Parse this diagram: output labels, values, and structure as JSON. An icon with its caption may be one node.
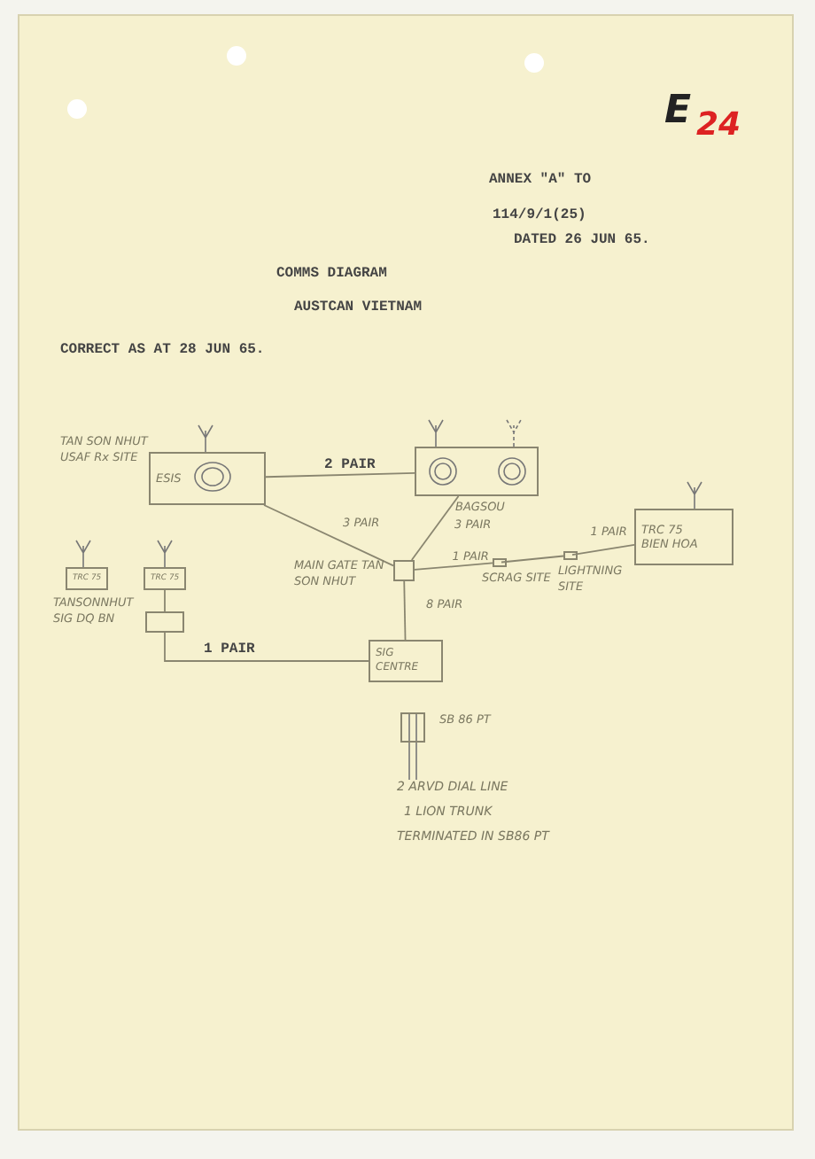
{
  "diagram": {
    "title": "COMMS DIAGRAM",
    "nodes": [
      {
        "text": [
          "ESIS"
        ],
        "beside": [
          "TAN SON NHUT USAF Rx SITE"
        ]
      },
      {
        "text": [],
        "shape": "box",
        "beside": [
          "BAGSOU"
        ]
      },
      {
        "text": [],
        "shape": "box",
        "beside": [
          "MAIN GATE TAN SON NHUT"
        ]
      },
      {
        "text": [
          "SIG CENTRE"
        ]
      },
      {
        "text": [
          "TRC 75",
          "BIEN HOA"
        ]
      },
      {
        "text": [
          "TRC 75"
        ],
        "beside": [
          "TANSONNHUT SIG DQ BN"
        ]
      },
      {
        "text": [
          "TRC 75"
        ]
      },
      {
        "text": [],
        "shape": "box"
      },
      {
        "text": [],
        "shape": "box",
        "beside": [
          "SB 86 PT"
        ]
      },
      {
        "text": [],
        "shape": "box",
        "beside": [
          "SCRAG SITE"
        ]
      },
      {
        "text": [],
        "shape": "box",
        "beside": [
          "LIGHTNING SITE"
        ]
      }
    ],
    "edges": [
      {
        "from": 0,
        "to": 1,
        "arrow": "none",
        "label": "2 PAIR"
      },
      {
        "from": 0,
        "to": 2,
        "arrow": "none",
        "label": "3 PAIR"
      },
      {
        "from": 1,
        "to": 2,
        "arrow": "none",
        "label": "3 PAIR"
      },
      {
        "from": 2,
        "to": 9,
        "arrow": "none",
        "label": "1 PAIR"
      },
      {
        "from": 9,
        "to": 10,
        "arrow": "none"
      },
      {
        "from": 10,
        "to": 4,
        "arrow": "none",
        "label": "1 PAIR"
      },
      {
        "from": 2,
        "to": 3,
        "arrow": "none",
        "label": "8 PAIR"
      },
      {
        "from": 6,
        "to": 7,
        "arrow": "none"
      },
      {
        "from": 7,
        "to": 3,
        "arrow": "none",
        "label": "1 PAIR"
      }
    ],
    "labels": [
      "E",
      "24",
      "ANNEX \"A\" TO",
      "114/9/1(25)",
      "DATED 26 JUN 65.",
      "AUSTCAN VIETNAM",
      "CORRECT AS AT 28 JUN 65.",
      "2 ARVD DIAL LINE",
      "1 LION TRUNK",
      "TERMINATED IN SB86 PT"
    ]
  }
}
